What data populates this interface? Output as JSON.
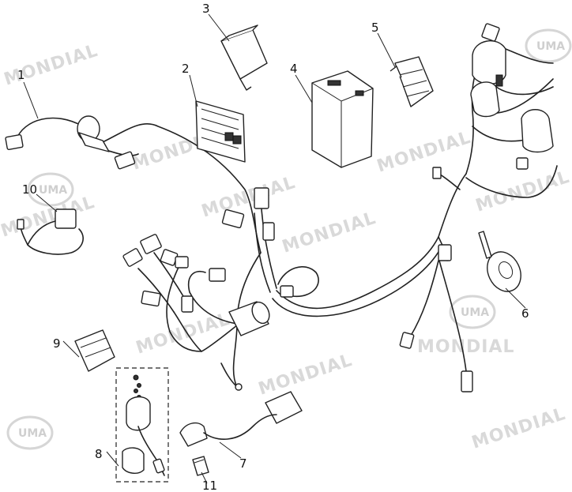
{
  "diagram": {
    "callouts": [
      {
        "id": "callout-1",
        "text": "1"
      },
      {
        "id": "callout-2",
        "text": "2"
      },
      {
        "id": "callout-3",
        "text": "3"
      },
      {
        "id": "callout-4",
        "text": "4"
      },
      {
        "id": "callout-5",
        "text": "5"
      },
      {
        "id": "callout-6",
        "text": "6"
      },
      {
        "id": "callout-7",
        "text": "7"
      },
      {
        "id": "callout-8",
        "text": "8"
      },
      {
        "id": "callout-9",
        "text": "9"
      },
      {
        "id": "callout-10",
        "text": "10"
      },
      {
        "id": "callout-11",
        "text": "11"
      }
    ],
    "watermark": {
      "brand": "MONDIAL",
      "badge": "UMA"
    }
  }
}
